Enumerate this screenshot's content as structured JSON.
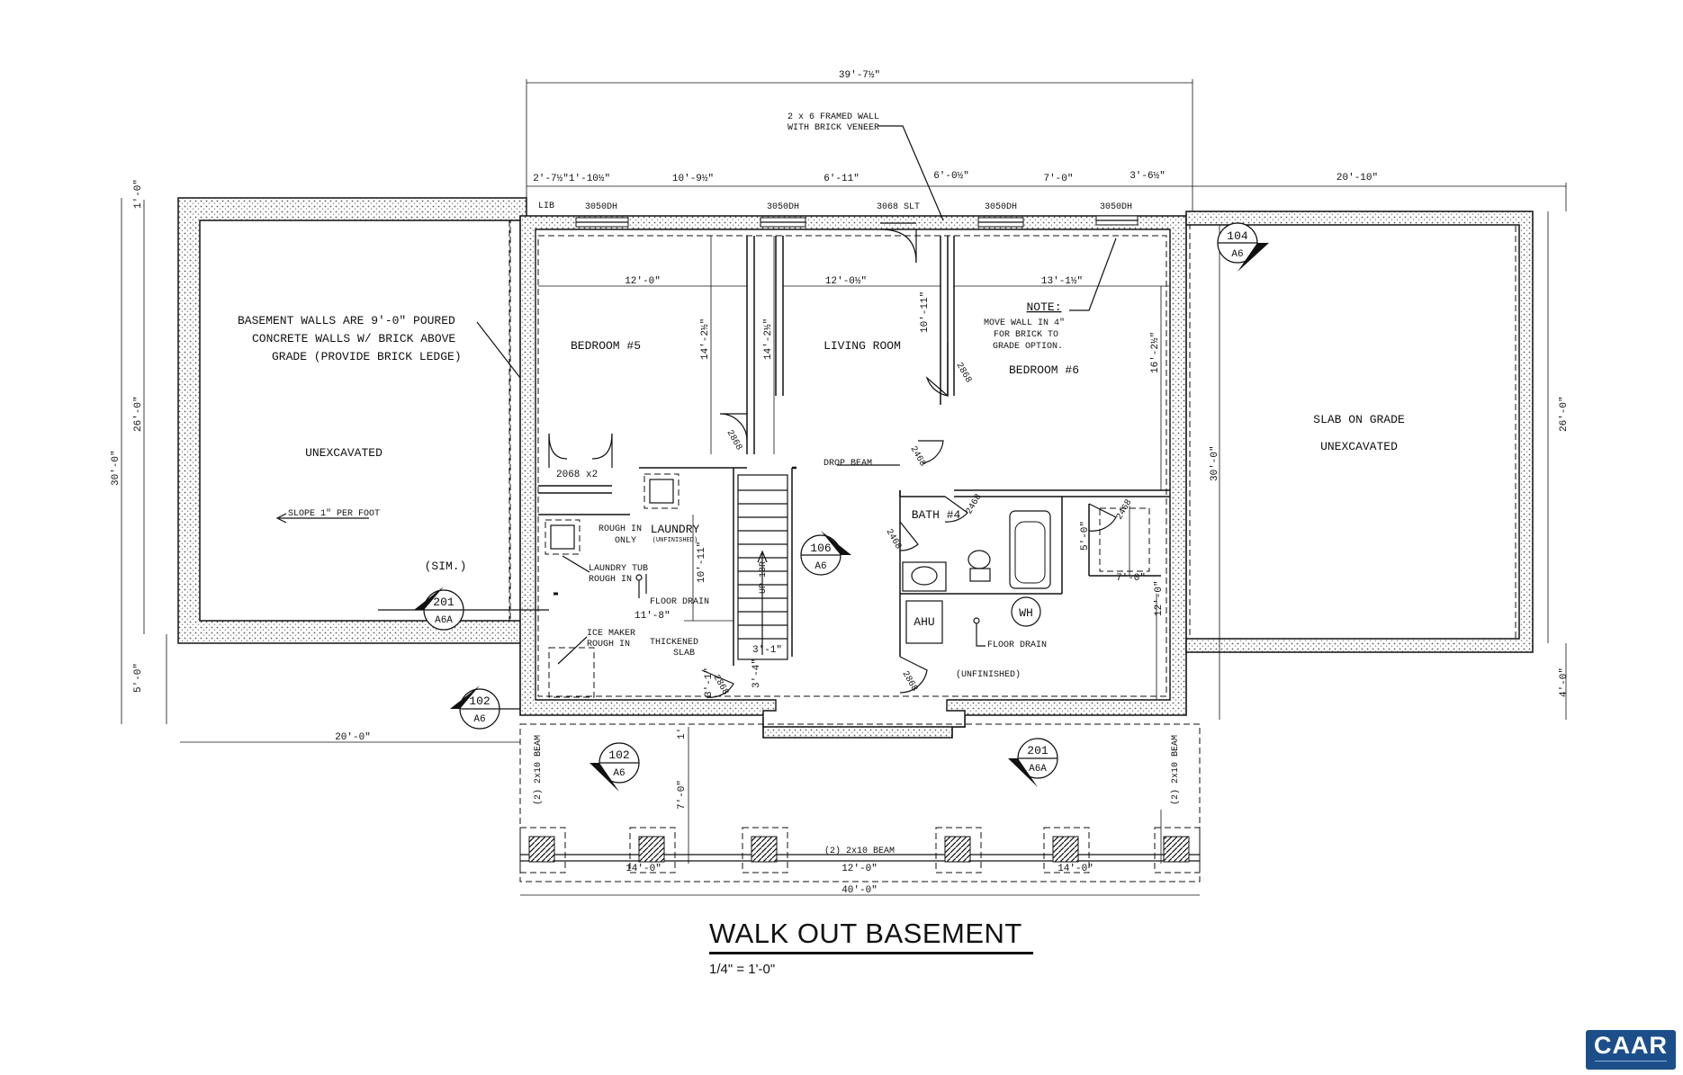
{
  "title": "WALK OUT BASEMENT",
  "scale": "1/4\" = 1'-0\"",
  "logo_text": "CAAR",
  "rooms": {
    "bedroom5": "BEDROOM #5",
    "living": "LIVING ROOM",
    "bedroom6": "BEDROOM #6",
    "laundry": "LAUNDRY",
    "unfinished_small": "(UNFINISHED)",
    "bath4": "BATH #4",
    "unfinished": "(UNFINISHED)",
    "ahu": "AHU",
    "wh": "WH",
    "unexcavated_left": "UNEXCAVATED",
    "slab_on_grade": "SLAB ON GRADE",
    "unexcavated_right": "UNEXCAVATED"
  },
  "notes": {
    "basement_line1": "BASEMENT WALLS ARE 9'-0\" POURED",
    "basement_line2": "CONCRETE WALLS W/ BRICK ABOVE",
    "basement_line3": "GRADE (PROVIDE BRICK LEDGE)",
    "framed_line1": "2 x 6 FRAMED WALL",
    "framed_line2": "WITH BRICK VENEER",
    "note_head": "NOTE:",
    "note_line1": "MOVE WALL IN 4\"",
    "note_line2": "FOR BRICK TO",
    "note_line3": "GRADE OPTION.",
    "slope": "SLOPE 1\" PER FOOT",
    "drop_beam": "DROP BEAM",
    "rough_in": "ROUGH IN",
    "only": "ONLY",
    "laundry_tub1": "LAUNDRY TUB",
    "laundry_tub2": "ROUGH IN",
    "floor_drain1": "FLOOR DRAIN",
    "ice_maker1": "ICE MAKER",
    "ice_maker2": "ROUGH IN",
    "thickened1": "THICKENED",
    "thickened2": "SLAB",
    "floor_drain2": "FLOOR DRAIN",
    "up": "UP 13R",
    "beam_left": "(2) 2x10 BEAM",
    "beam_right": "(2) 2x10 BEAM",
    "beam_bottom": "(2) 2x10 BEAM",
    "sim": "(SIM.)",
    "door_2068x2": "2068 x2",
    "lib": "LIB"
  },
  "dimensions": {
    "overall_top": "39'-7½\"",
    "top_2_7": "2'-7½\"",
    "top_1_10": "1'-10½\"",
    "top_10_9": "10'-9½\"",
    "top_6_11": "6'-11\"",
    "top_6_0": "6'-0½\"",
    "top_7_0": "7'-0\"",
    "top_3_6": "3'-6½\"",
    "top_20_10": "20'-10\"",
    "left_1_0": "1'-0\"",
    "left_30_0": "30'-0\"",
    "left_26_0": "26'-0\"",
    "left_5_0": "5'-0\"",
    "bottom_20_0": "20'-0\"",
    "bottom_40_0": "40'-0\"",
    "bottom_12_0": "12'-0\"",
    "bottom_14_0a": "14'-0\"",
    "bottom_14_0b": "14'-0\"",
    "right_26_0": "26'-0\"",
    "right_4_0": "4'-0\"",
    "right_30_0": "30'-0\"",
    "right_12_0": "12'-0\"",
    "bed5_w": "12'-0\"",
    "bed5_h": "14'-2½\"",
    "living_w": "12'-0½\"",
    "living_h": "14'-2½\"",
    "center_10_11": "10'-11\"",
    "bed6_w": "13'-1½\"",
    "bed6_h": "16'-2½\"",
    "laundry_10_11": "10'-11\"",
    "laundry_11_8": "11'-8\"",
    "stair_3_1": "3'-1\"",
    "stair_3_4": "3'-4\"",
    "stair_3_1b": "3'-1\"",
    "bath_5_0": "5'-0\"",
    "bath_7_0": "7'-0\"",
    "porch_1": "1'",
    "porch_7_0": "7'-0\""
  },
  "windows": [
    "3050DH",
    "3050DH",
    "3068 SLT",
    "3050DH",
    "3050DH"
  ],
  "doors": [
    "2868",
    "2868",
    "2468",
    "2468",
    "2468",
    "2468",
    "2868",
    "2868"
  ],
  "tags": [
    {
      "num": "104",
      "sheet": "A6"
    },
    {
      "num": "106",
      "sheet": "A6"
    },
    {
      "num": "201",
      "sheet": "A6A"
    },
    {
      "num": "102",
      "sheet": "A6"
    },
    {
      "num": "102",
      "sheet": "A6"
    },
    {
      "num": "201",
      "sheet": "A6A"
    }
  ]
}
